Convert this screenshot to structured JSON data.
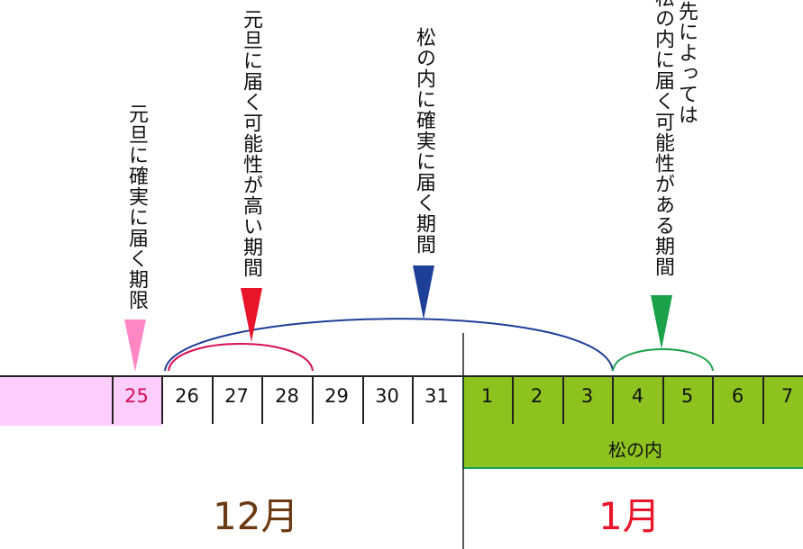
{
  "labels": {
    "deadline": "元旦に確実に届く期限",
    "likely": "元旦に届く可能性が高い期間",
    "matsunouchi_sure": "松の内に確実に届く期間",
    "maybe_line1": "宛先によっては",
    "maybe_line2": "松の内に届く可能性がある期間"
  },
  "december_days": [
    "25",
    "26",
    "27",
    "28",
    "29",
    "30",
    "31"
  ],
  "january_days": [
    "1",
    "2",
    "3",
    "4",
    "5",
    "6",
    "7"
  ],
  "matsunouchi_label": "松の内",
  "months": {
    "december": "12月",
    "january": "1月"
  },
  "colors": {
    "pink_marker": "#ff88c4",
    "pink_fill": "#fdcdfd",
    "red_marker": "#e8152a",
    "red_arc": "#d80e50",
    "blue": "#1e3f98",
    "green_marker": "#1aa14a",
    "green_fill": "#8dc21f",
    "december_text": "#6b3a12",
    "january_text": "#e8152a"
  }
}
